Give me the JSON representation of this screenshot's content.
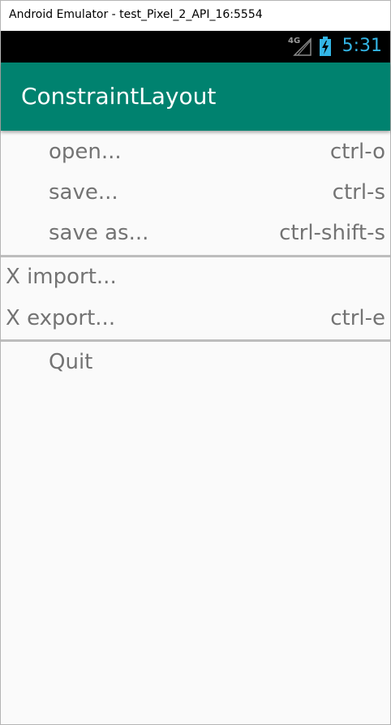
{
  "window": {
    "title": "Android Emulator - test_Pixel_2_API_16:5554"
  },
  "status_bar": {
    "network": "4G",
    "signal_icon": "signal-icon",
    "battery_icon": "battery-charging-icon",
    "time": "5:31",
    "time_color": "#33b5e5"
  },
  "app_bar": {
    "title": "ConstraintLayout",
    "color": "#00826f"
  },
  "menu": {
    "groups": [
      {
        "items": [
          {
            "label": "open...",
            "shortcut": "ctrl-o",
            "indented": true
          },
          {
            "label": "save...",
            "shortcut": "ctrl-s",
            "indented": true
          },
          {
            "label": "save as...",
            "shortcut": "ctrl-shift-s",
            "indented": true
          }
        ]
      },
      {
        "items": [
          {
            "label": "X import...",
            "shortcut": "",
            "indented": false
          },
          {
            "label": "X export...",
            "shortcut": "ctrl-e",
            "indented": false
          }
        ]
      },
      {
        "items": [
          {
            "label": "Quit",
            "shortcut": "",
            "indented": true
          }
        ]
      }
    ]
  }
}
